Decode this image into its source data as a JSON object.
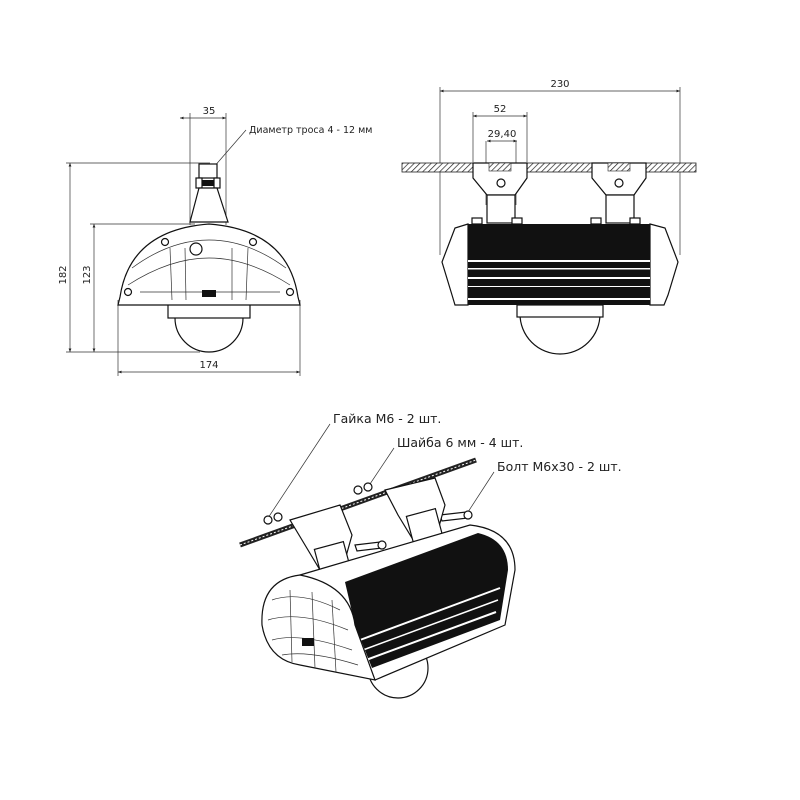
{
  "front_view": {
    "dim_bracket_width": "35",
    "cable_note": "Диаметр троса 4 - 12 мм",
    "dim_total_height": "182",
    "dim_body_height": "123",
    "dim_width": "174"
  },
  "side_view": {
    "dim_length": "230",
    "dim_bracket_width": "52",
    "dim_bracket_inner": "29,40"
  },
  "iso_view": {
    "nut_note": "Гайка М6 - 2 шт.",
    "washer_note": "Шайба 6 мм - 4 шт.",
    "bolt_note": "Болт М6х30 - 2 шт."
  }
}
